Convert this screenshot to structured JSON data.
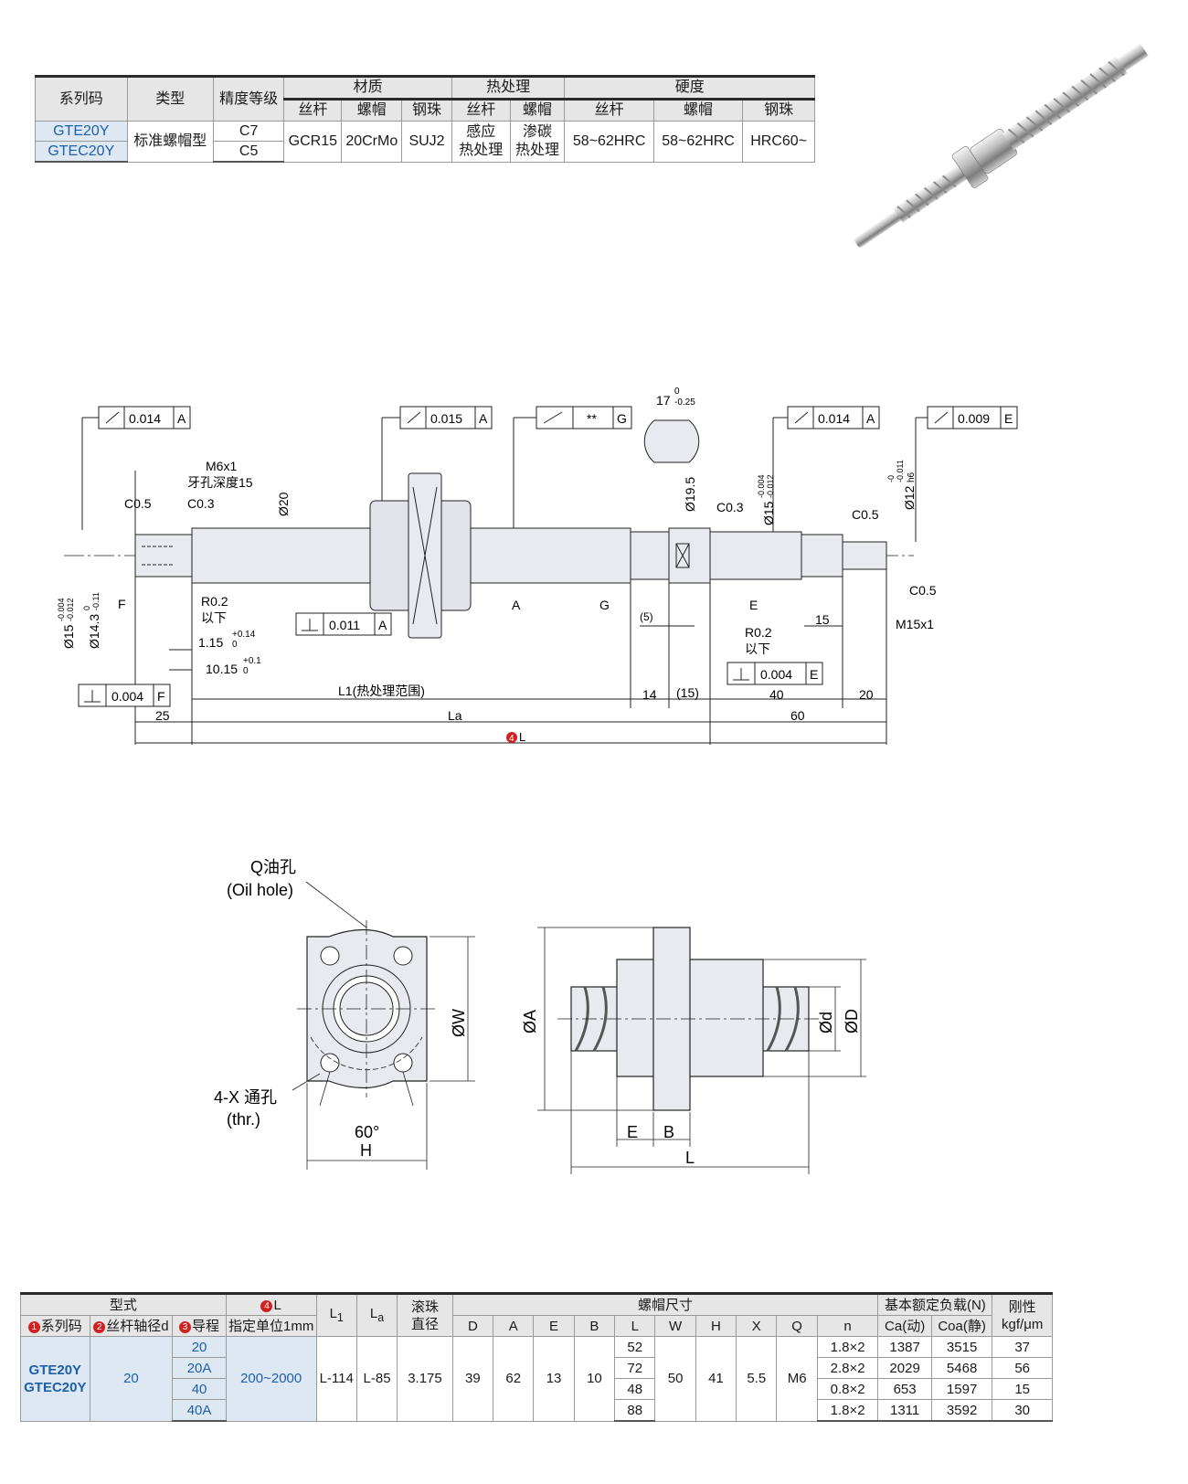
{
  "spec_table": {
    "headers": {
      "series_code": "系列码",
      "type": "类型",
      "precision": "精度等级",
      "material": "材质",
      "heat_treatment": "热处理",
      "hardness": "硬度",
      "screw": "丝杆",
      "nut": "螺帽",
      "ball": "钢珠"
    },
    "rows": [
      {
        "series": "GTE20Y",
        "precision": "C7"
      },
      {
        "series": "GTEC20Y",
        "precision": "C5"
      }
    ],
    "type_value": "标准螺帽型",
    "material_screw": "GCR15",
    "material_nut": "20CrMo",
    "material_ball": "SUJ2",
    "heat_screw": [
      "感应",
      "热处理"
    ],
    "heat_nut": [
      "渗碳",
      "热处理"
    ],
    "hardness_screw": "58~62HRC",
    "hardness_nut": "58~62HRC",
    "hardness_ball": "HRC60~"
  },
  "drawing": {
    "tol_left": "0.014",
    "tol_left_datum": "A",
    "tol_nut": "0.015",
    "tol_nut_datum": "A",
    "tol_g": "**",
    "tol_g_datum": "G",
    "tol_right1": "0.014",
    "tol_right1_datum": "A",
    "tol_right2": "0.009",
    "tol_right2_datum": "E",
    "tol_perp_nut": "0.011",
    "tol_perp_nut_datum": "A",
    "tol_perp_left": "0.004",
    "tol_perp_left_datum": "F",
    "tol_perp_right": "0.004",
    "tol_perp_right_datum": "E",
    "m6": "M6x1",
    "thread_depth": "牙孔深度15",
    "c05": "C0.5",
    "c03": "C0.3",
    "d20": "Ø20",
    "d15": "Ø15",
    "d15_tol_u": "-0.004",
    "d15_tol_l": "-0.012",
    "d143": "Ø14.3",
    "d143_tol_u": "0",
    "d143_tol_l": "-0.11",
    "r02": "R0.2",
    "below": "以下",
    "d115": "1.15",
    "d115_tol_u": "+0.14",
    "d115_tol_l": "0",
    "d1015": "10.15",
    "d1015_tol_u": "+0.1",
    "d1015_tol_l": "0",
    "flat17": "17",
    "flat17_tol_u": "0",
    "flat17_tol_l": "-0.25",
    "d195": "Ø19.5",
    "d12": "Ø12",
    "d12_fit": "h6",
    "d12_tol_u": "-0",
    "d12_tol_l": "-0.011",
    "m15": "M15x1",
    "f": "F",
    "a": "A",
    "g": "G",
    "e": "E",
    "dim5": "(5)",
    "dim15": "15",
    "l1": "L1(热处理范围)",
    "dim14": "14",
    "dim15p": "(15)",
    "dim40": "40",
    "dim20": "20",
    "dim25": "25",
    "la": "La",
    "dim60": "60",
    "l_num": "4",
    "l": "L"
  },
  "nut_drawing": {
    "oil_hole": "Q油孔",
    "oil_hole_en": "(Oil hole)",
    "thru": "4-X 通孔",
    "thru_en": "(thr.)",
    "angle": "60°",
    "h": "H",
    "w": "ØW",
    "a": "ØA",
    "d": "Ød",
    "dd": "ØD",
    "e": "E",
    "b": "B",
    "l": "L"
  },
  "dim_table": {
    "h_model": "型式",
    "h_series": "系列码",
    "h_diam": "丝杆轴径d",
    "h_lead": "导程",
    "n1": "1",
    "n2": "2",
    "n3": "3",
    "n4": "4",
    "h_l": "L",
    "h_l_unit": "指定单位1mm",
    "h_l1": "L",
    "h_l1_sub": "1",
    "h_la": "L",
    "h_la_sub": "a",
    "h_ball": "滚珠",
    "h_ball2": "直径",
    "h_nut": "螺帽尺寸",
    "h_load": "基本额定负载(N)",
    "h_rigid": "刚性",
    "h_rigid2": "kgf/μm",
    "cols": [
      "D",
      "A",
      "E",
      "B",
      "L",
      "W",
      "H",
      "X",
      "Q",
      "n",
      "Ca(动)",
      "Coa(静)"
    ],
    "series": [
      "GTE20Y",
      "GTEC20Y"
    ],
    "diam": "20",
    "l_range": "200~2000",
    "l1": "L-114",
    "la": "L-85",
    "ball": "3.175",
    "D": "39",
    "A": "62",
    "E": "13",
    "B": "10",
    "W": "50",
    "H": "41",
    "X": "5.5",
    "Q": "M6",
    "rows": [
      {
        "lead": "20",
        "L": "52",
        "n": "1.8×2",
        "ca": "1387",
        "coa": "3515",
        "k": "37"
      },
      {
        "lead": "20A",
        "L": "72",
        "n": "2.8×2",
        "ca": "2029",
        "coa": "5468",
        "k": "56"
      },
      {
        "lead": "40",
        "L": "48",
        "n": "0.8×2",
        "ca": "653",
        "coa": "1597",
        "k": "15"
      },
      {
        "lead": "40A",
        "L": "88",
        "n": "1.8×2",
        "ca": "1311",
        "coa": "3592",
        "k": "30"
      }
    ]
  }
}
